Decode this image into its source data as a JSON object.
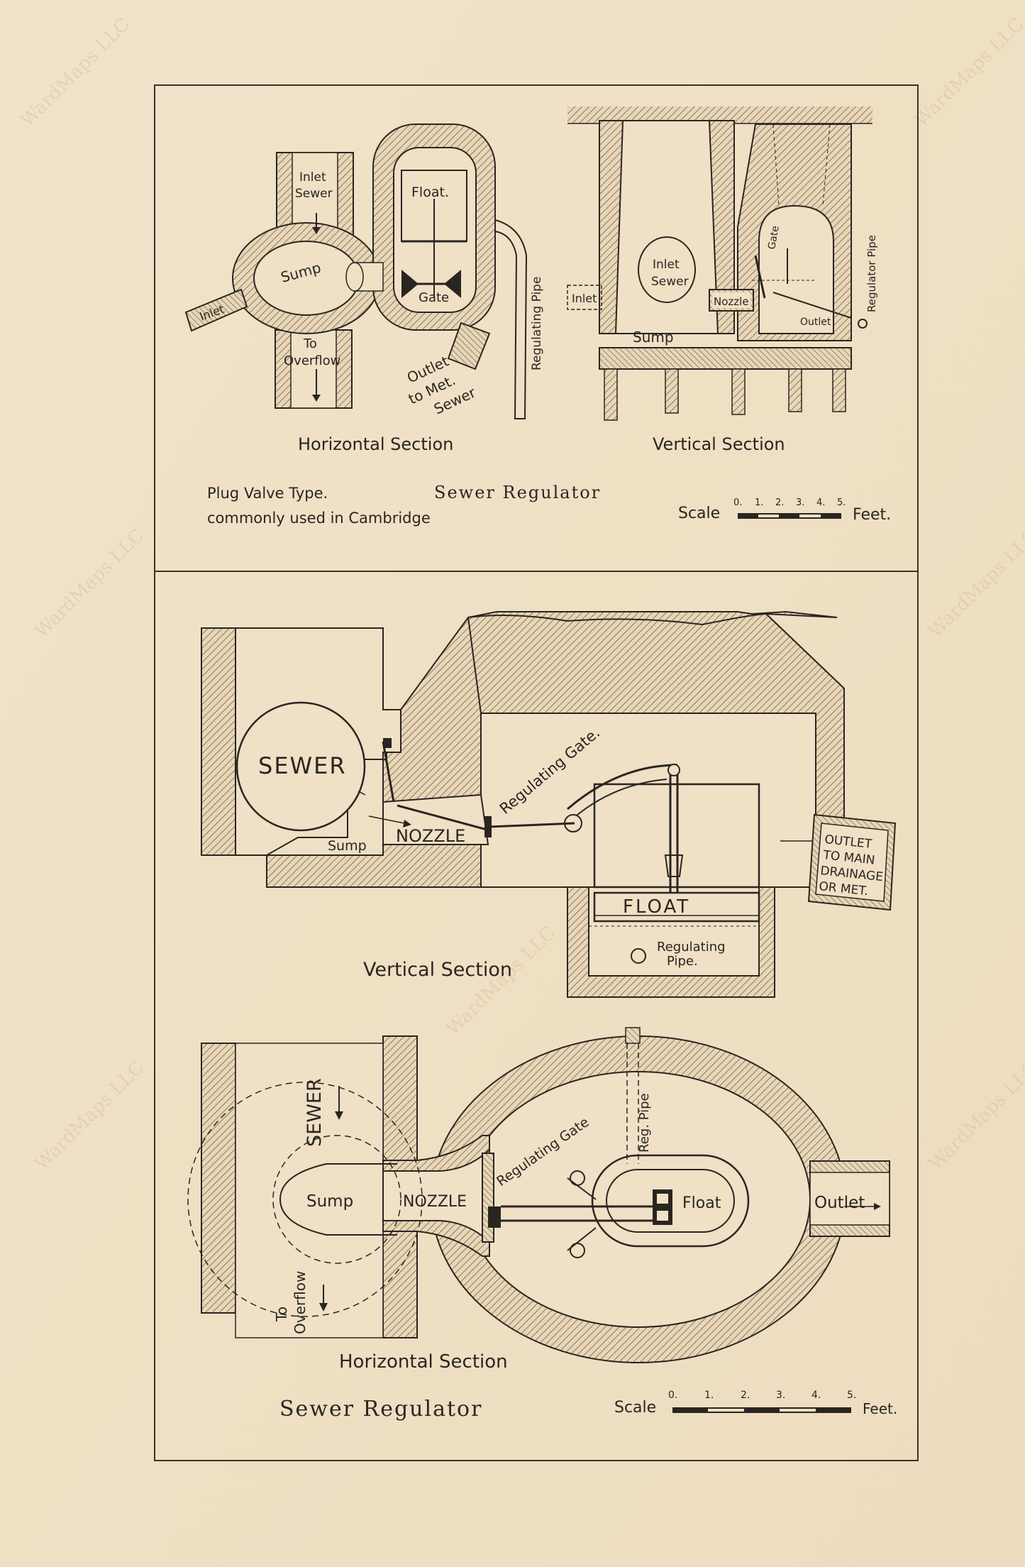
{
  "watermark": "WardMaps LLC",
  "top_plate": {
    "horizontal_section": {
      "caption": "Horizontal Section",
      "labels": {
        "inlet_sewer_1": "Inlet",
        "inlet_sewer_2": "Sewer",
        "float": "Float.",
        "sump": "Sump",
        "inlet": "Inlet",
        "gate": "Gate",
        "to_overflow_1": "To",
        "to_overflow_2": "Overflow",
        "outlet_1": "Outlet",
        "outlet_2": "to Met.",
        "outlet_3": "Sewer",
        "regulating_pipe": "Regulating Pipe"
      }
    },
    "vertical_section": {
      "caption": "Vertical Section",
      "labels": {
        "inlet_sewer_1": "Inlet",
        "inlet_sewer_2": "Sewer",
        "inlet": "Inlet",
        "nozzle": "Nozzle",
        "gate": "Gate",
        "sump": "Sump",
        "outlet": "Outlet",
        "regulator_pipe": "Regulator Pipe"
      }
    },
    "note_line1": "Plug Valve Type.",
    "note_line2": "commonly used in Cambridge",
    "title": "Sewer Regulator",
    "scale": {
      "label": "Scale",
      "ticks": [
        "0.",
        "1.",
        "2.",
        "3.",
        "4.",
        "5."
      ],
      "unit": "Feet."
    }
  },
  "middle_plate": {
    "caption": "Vertical Section",
    "labels": {
      "sewer": "SEWER",
      "sump": "Sump",
      "nozzle": "NOZZLE",
      "regulating_gate": "Regulating Gate.",
      "float": "FLOAT",
      "regulating_pipe_1": "Regulating",
      "regulating_pipe_2": "Pipe.",
      "outlet_1": "OUTLET",
      "outlet_2": "TO MAIN",
      "outlet_3": "DRAINAGE",
      "outlet_4": "OR MET."
    }
  },
  "bottom_plate": {
    "caption": "Horizontal Section",
    "title": "Sewer Regulator",
    "labels": {
      "sewer": "SEWER",
      "sump": "Sump",
      "nozzle": "NOZZLE",
      "to_overflow_1": "To",
      "to_overflow_2": "Overflow",
      "regulating_gate": "Regulating Gate",
      "reg_pipe": "Reg. Pipe",
      "float": "Float",
      "outlet": "Outlet"
    },
    "scale": {
      "label": "Scale",
      "ticks": [
        "0.",
        "1.",
        "2.",
        "3.",
        "4.",
        "5."
      ],
      "unit": "Feet."
    }
  },
  "colors": {
    "paper": "#efe0c6",
    "ink": "#2a2520",
    "hatch": "#8a7a66",
    "watermark": "#d8c6a4"
  }
}
